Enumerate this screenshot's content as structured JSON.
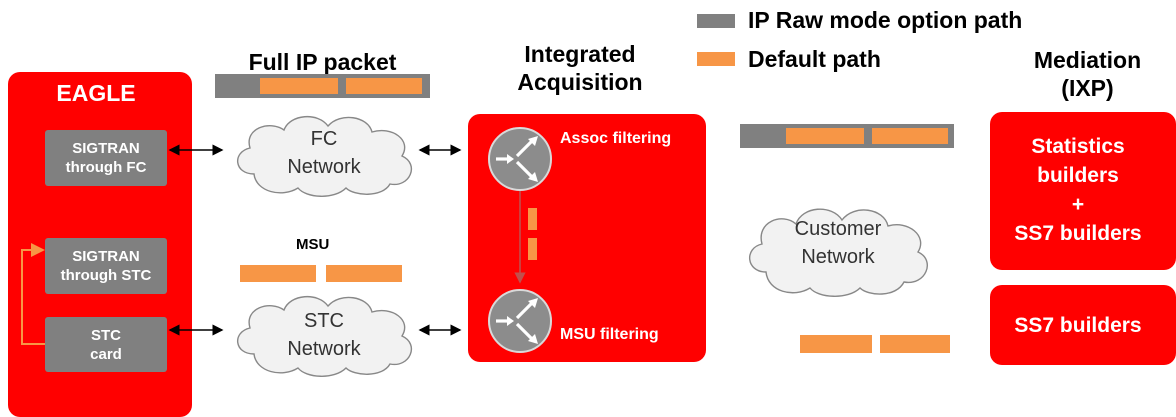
{
  "legend": {
    "raw_label": "IP Raw mode option path",
    "default_label": "Default path",
    "raw_color": "#808080",
    "default_color": "#f79646"
  },
  "headers": {
    "full_ip_packet": "Full IP packet",
    "integrated_acquisition_l1": "Integrated",
    "integrated_acquisition_l2": "Acquisition",
    "mediation_l1": "Mediation",
    "mediation_l2": "(IXP)",
    "msu": "MSU"
  },
  "eagle": {
    "title": "EAGLE",
    "sigtran_fc_l1": "SIGTRAN",
    "sigtran_fc_l2": "through FC",
    "sigtran_stc_l1": "SIGTRAN",
    "sigtran_stc_l2": "through STC",
    "stc_card_l1": "STC",
    "stc_card_l2": "card"
  },
  "clouds": {
    "fc_l1": "FC",
    "fc_l2": "Network",
    "stc_l1": "STC",
    "stc_l2": "Network",
    "customer_l1": "Customer",
    "customer_l2": "Network"
  },
  "acquisition": {
    "assoc_filtering": "Assoc filtering",
    "msu_filtering": "MSU filtering"
  },
  "mediation": {
    "stats_l1": "Statistics",
    "stats_l2": "builders",
    "plus": "+",
    "stats_l3": "SS7 builders",
    "ss7_builders": "SS7 builders"
  },
  "colors": {
    "red": "#ff0000",
    "gray": "#808080",
    "orange": "#f79646"
  }
}
